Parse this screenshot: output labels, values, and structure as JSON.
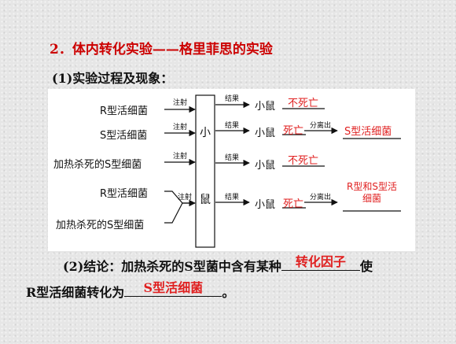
{
  "heading": "2．体内转化实验——格里菲思的实验",
  "subheading": "(1)实验过程及现象：",
  "diagram": {
    "left_labels": [
      "R型活细菌",
      "S型活细菌",
      "加热杀死的S型细菌",
      "R型活细菌",
      "加热杀死的S型细菌"
    ],
    "inject_labels": [
      "注射",
      "注射",
      "注射",
      "注射"
    ],
    "box_chars": [
      "小",
      "鼠"
    ],
    "result_labels": [
      "结果",
      "结果",
      "结果",
      "结果"
    ],
    "mouse_labels": [
      "小鼠",
      "小鼠",
      "小鼠",
      "小鼠"
    ],
    "outcomes": [
      "不死亡",
      "死亡",
      "不死亡",
      "死亡"
    ],
    "separate_labels": [
      "分离出",
      "分离出"
    ],
    "isolated": [
      "S型活细菌",
      "R型和S型活细菌"
    ],
    "colors": {
      "answer_red": "#e02020",
      "heading_red": "#cc0000"
    }
  },
  "conclusion": {
    "part1": "(2)结论：加热杀死的S型菌中含有某种",
    "answer1": "转化因子",
    "part2": "使",
    "part3": "R型活细菌转化为",
    "answer2": "S型活细菌",
    "part4": "。"
  }
}
